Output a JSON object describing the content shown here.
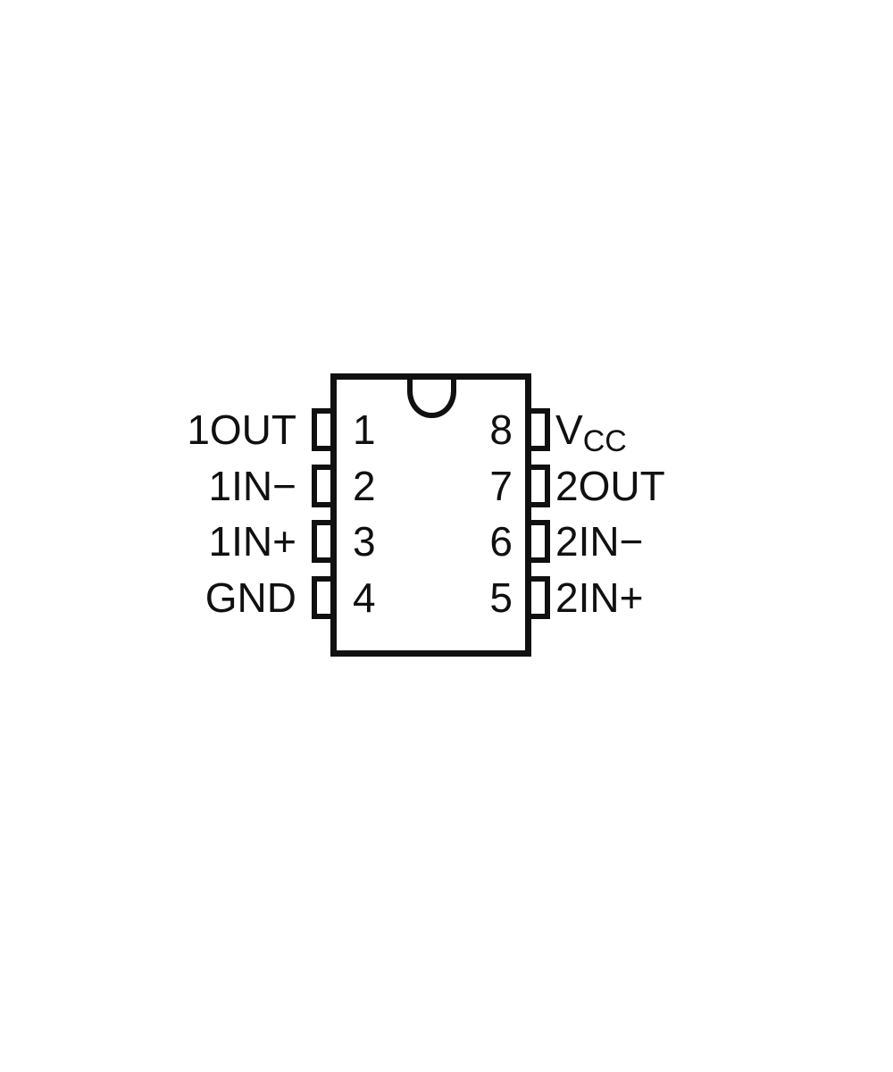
{
  "colors": {
    "ink": "#101010",
    "background": "#ffffff"
  },
  "chip": {
    "left_pins": [
      {
        "number": "1",
        "name": "1OUT",
        "sub": ""
      },
      {
        "number": "2",
        "name": "1IN−",
        "sub": ""
      },
      {
        "number": "3",
        "name": "1IN+",
        "sub": ""
      },
      {
        "number": "4",
        "name": "GND",
        "sub": ""
      }
    ],
    "right_pins": [
      {
        "number": "8",
        "name": "V",
        "sub": "CC"
      },
      {
        "number": "7",
        "name": "2OUT",
        "sub": ""
      },
      {
        "number": "6",
        "name": "2IN−",
        "sub": ""
      },
      {
        "number": "5",
        "name": "2IN+",
        "sub": ""
      }
    ]
  }
}
